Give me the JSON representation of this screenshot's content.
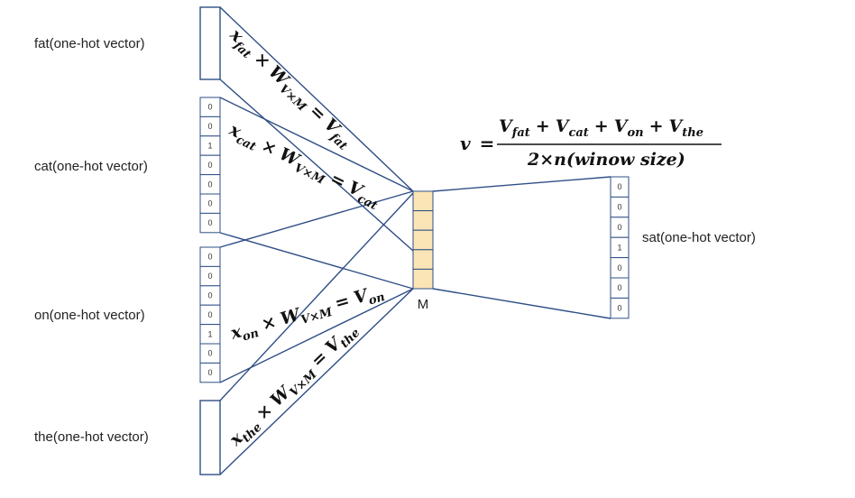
{
  "inputs": {
    "fat": {
      "label": "fat(one-hot vector)",
      "cells": []
    },
    "cat": {
      "label": "cat(one-hot vector)",
      "cells": [
        "0",
        "0",
        "1",
        "0",
        "0",
        "0",
        "0"
      ]
    },
    "on": {
      "label": "on(one-hot vector)",
      "cells": [
        "0",
        "0",
        "0",
        "0",
        "1",
        "0",
        "0"
      ]
    },
    "the": {
      "label": "the(one-hot vector)",
      "cells": []
    }
  },
  "hidden": {
    "label": "M",
    "cell_count": 5,
    "fill_color": "#fbe5b6"
  },
  "output": {
    "label": "sat(one-hot vector)",
    "cells": [
      "0",
      "0",
      "0",
      "1",
      "0",
      "0",
      "0"
    ]
  },
  "equations": {
    "fat": {
      "x": "x",
      "x_sub": "fat",
      "times": "×",
      "w": "W",
      "w_sub": "V×M",
      "eq": "=",
      "v": "V",
      "v_sub": "fat"
    },
    "cat": {
      "x": "x",
      "x_sub": "cat",
      "times": "×",
      "w": "W",
      "w_sub": "V×M",
      "eq": "=",
      "v": "V",
      "v_sub": "cat"
    },
    "on": {
      "x": "x",
      "x_sub": "on",
      "times": "×",
      "w": "W",
      "w_sub": "V×M",
      "eq": "=",
      "v": "V",
      "v_sub": "on"
    },
    "the": {
      "x": "x",
      "x_sub": "the",
      "times": "×",
      "w": "W",
      "w_sub": "V×M",
      "eq": "=",
      "v": "V",
      "v_sub": "the"
    }
  },
  "average_formula": {
    "lhs": "v",
    "eq": "=",
    "numerator": [
      {
        "v": "V",
        "sub": "fat",
        "op": ""
      },
      {
        "v": "V",
        "sub": "cat",
        "op": "+"
      },
      {
        "v": "V",
        "sub": "on",
        "op": "+"
      },
      {
        "v": "V",
        "sub": "the",
        "op": "+"
      }
    ],
    "denominator": "2×n(winow size)"
  },
  "colors": {
    "line": "#2f4f86",
    "box_border": "#2f4f86",
    "hidden_fill": "#fbe5b6"
  }
}
